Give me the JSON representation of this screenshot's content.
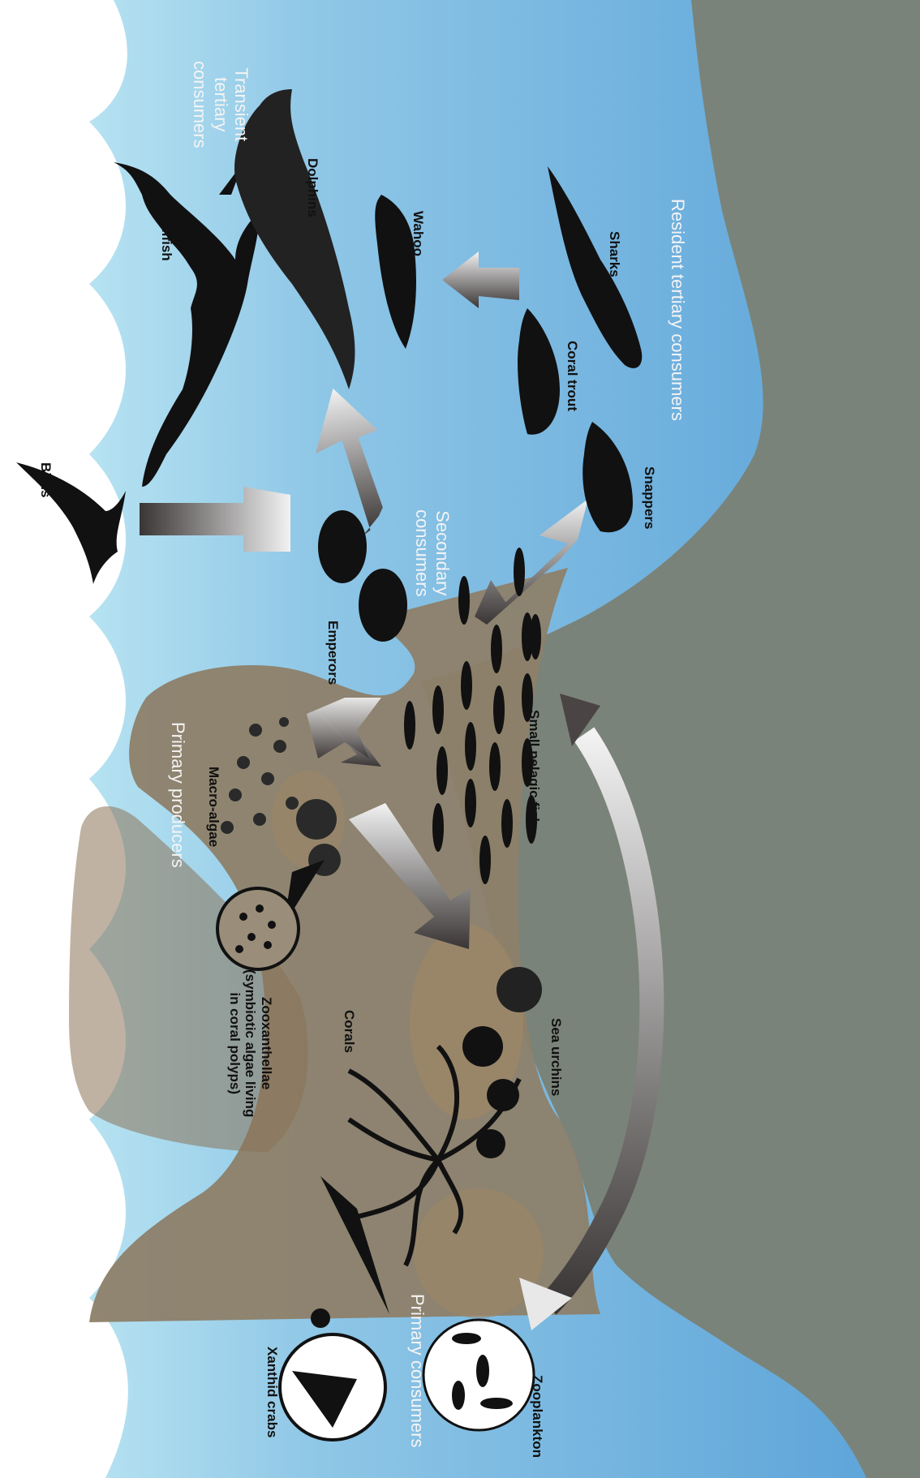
{
  "groups": {
    "transient": "Transient\ntertiary\nconsumers",
    "resident": "Resident tertiary consumers",
    "secondary": "Secondary\nconsumers",
    "primary_producers": "Primary producers",
    "primary_consumers": "Primary consumers"
  },
  "organisms": {
    "birds": "Birds",
    "billfish": "Billfish",
    "dolphins": "Dolphins",
    "wahoo": "Wahoo",
    "sharks": "Sharks",
    "coral_trout": "Coral trout",
    "snappers": "Snappers",
    "emperors": "Emperors",
    "small_pelagic_fish": "Small pelagic fish",
    "macro_algae": "Macro-algae",
    "zooxanthellae": "Zooxanthellae\n(symbiotic algae living\nin coral polyps)",
    "corals": "Corals",
    "sea_urchins": "Sea urchins",
    "xanthid_crabs": "Xanthid crabs",
    "zooplankton": "Zooplankton"
  },
  "colors": {
    "water_deep": "#5aa2d8",
    "water_light": "#a9d8ea",
    "seafloor": "#7a8379",
    "reef_sand": "#96866c",
    "silhouette": "#111111"
  }
}
